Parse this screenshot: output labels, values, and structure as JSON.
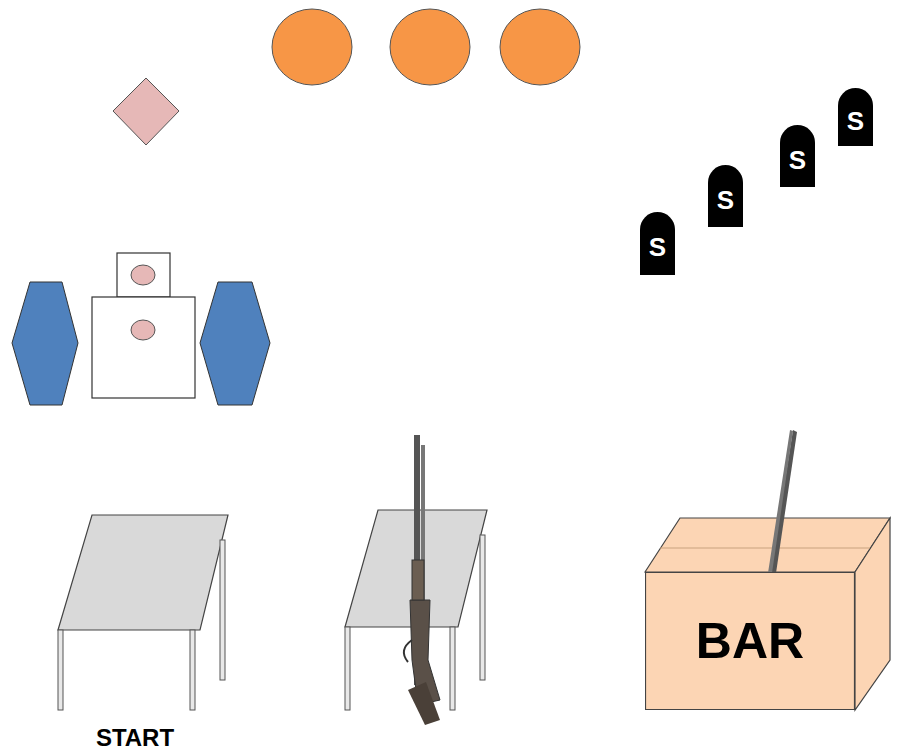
{
  "diagram": {
    "nodes": [
      {
        "text": [
          "S"
        ]
      },
      {
        "text": [
          "S"
        ]
      },
      {
        "text": [
          "S"
        ]
      },
      {
        "text": [
          "S"
        ]
      },
      {
        "text": [
          "BAR"
        ]
      }
    ],
    "labels": [
      "START"
    ]
  }
}
